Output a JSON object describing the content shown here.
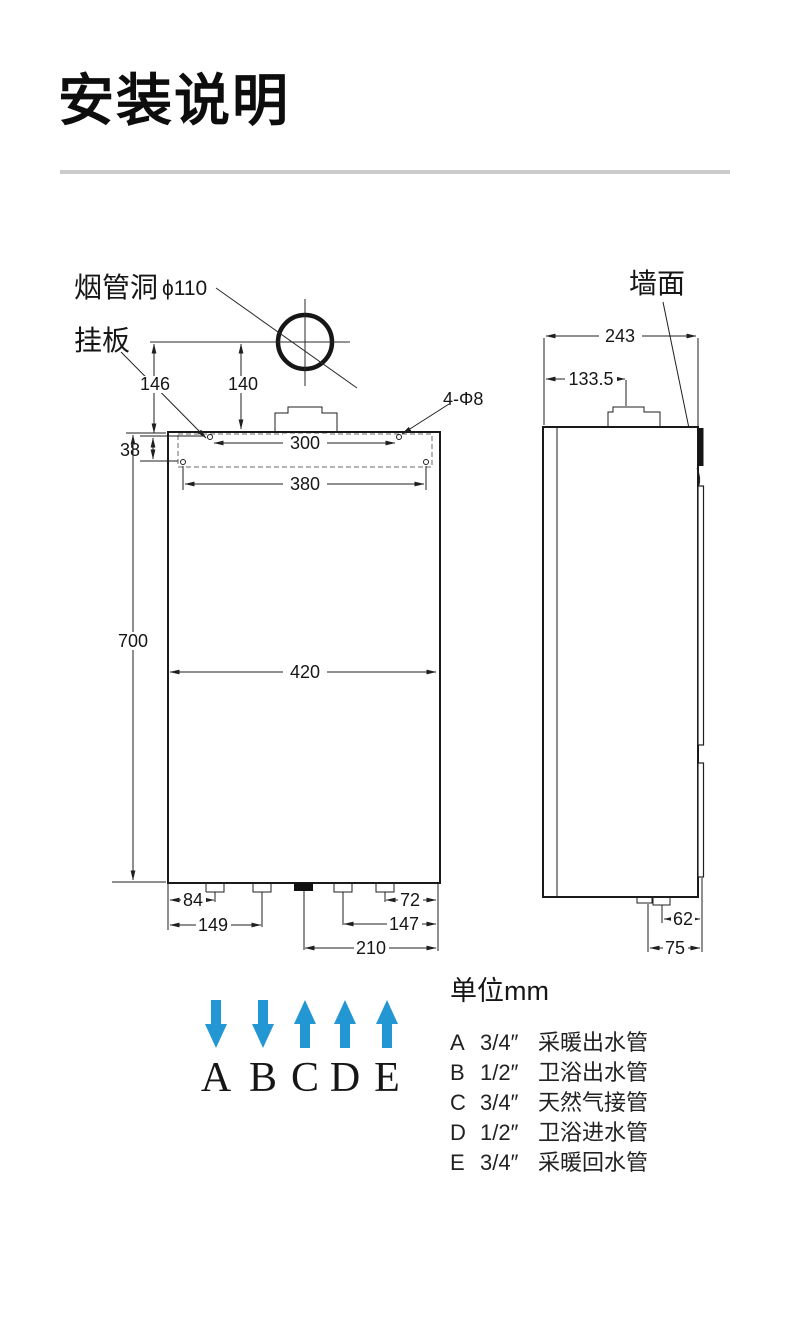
{
  "page": {
    "title": "安装说明",
    "units_note": "单位mm"
  },
  "colors": {
    "line": "#1f1f1f",
    "divider": "#cbcbcb",
    "arrow_blue": "#2397d3"
  },
  "annotations": {
    "flue_hole_label": "烟管洞",
    "flue_hole_diameter": "ϕ110",
    "mount_plate_label": "挂板",
    "wall_label": "墙面",
    "screw_holes_label": "4-Φ8"
  },
  "front_view": {
    "dim_flue_center_to_holes": "146",
    "dim_flue_center_to_top": "140",
    "dim_hole_rows_gap": "38",
    "dim_top_holes_span": "300",
    "dim_lower_holes_span": "380",
    "dim_height": "700",
    "dim_width": "420",
    "dim_pipe_a": "84",
    "dim_pipe_b": "149",
    "dim_pipe_e": "72",
    "dim_pipe_d": "147",
    "dim_pipe_c": "210"
  },
  "side_view": {
    "dim_depth": "243",
    "dim_flue_center": "133.5",
    "dim_pipe_to_wall_inner": "62",
    "dim_pipe_to_wall_outer": "75"
  },
  "ports": {
    "letters": [
      "A",
      "B",
      "C",
      "D",
      "E"
    ],
    "directions": [
      "down",
      "down",
      "up",
      "up",
      "up"
    ]
  },
  "legend": {
    "items": [
      {
        "letter": "A",
        "size": "3/4″",
        "name": "采暖出水管"
      },
      {
        "letter": "B",
        "size": "1/2″",
        "name": "卫浴出水管"
      },
      {
        "letter": "C",
        "size": "3/4″",
        "name": "天然气接管"
      },
      {
        "letter": "D",
        "size": "1/2″",
        "name": "卫浴进水管"
      },
      {
        "letter": "E",
        "size": "3/4″",
        "name": "采暖回水管"
      }
    ]
  }
}
